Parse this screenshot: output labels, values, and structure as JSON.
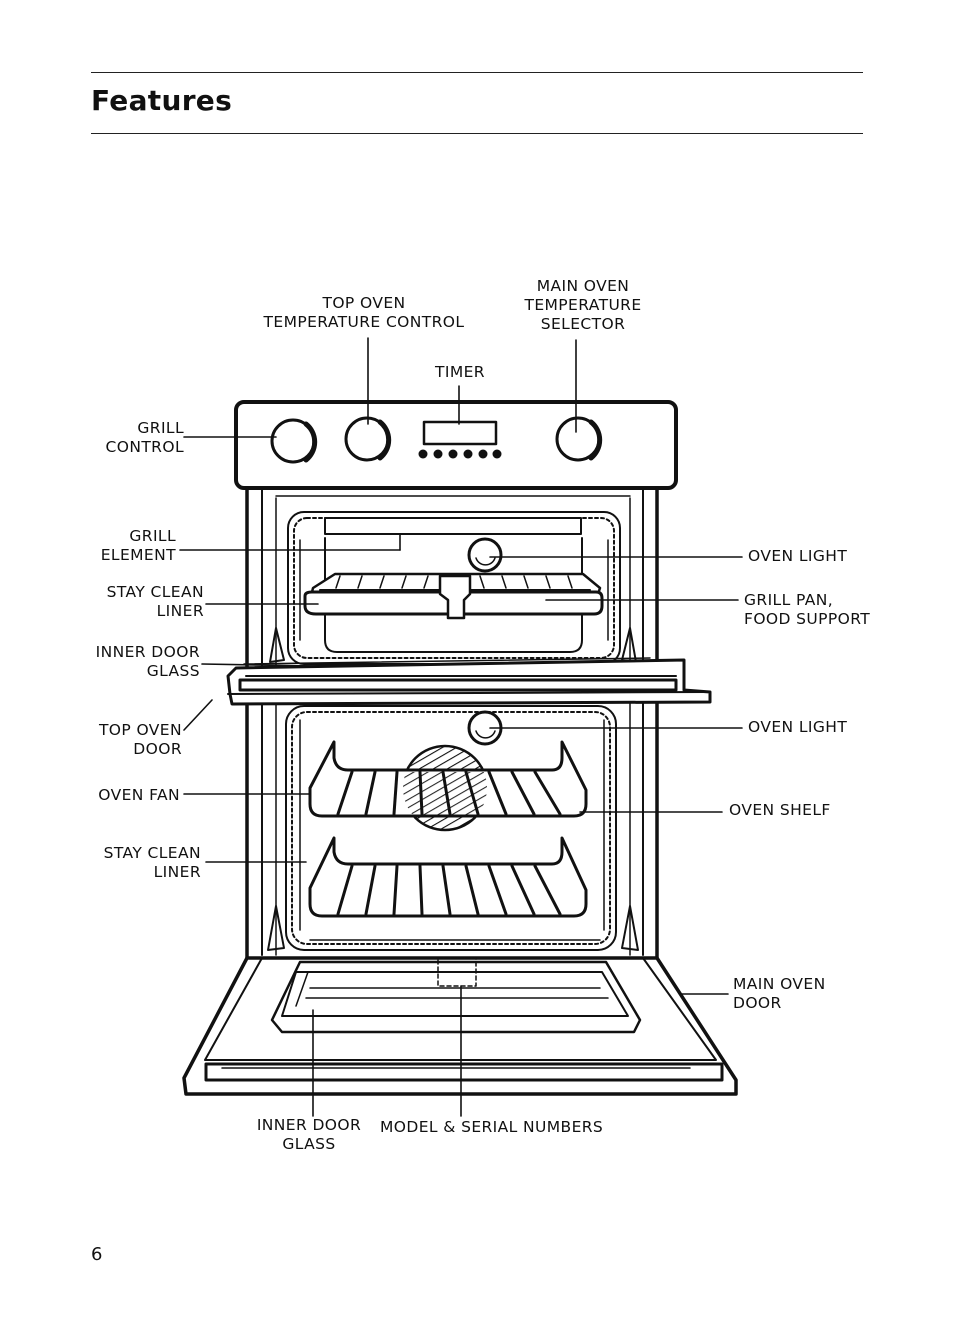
{
  "header": {
    "title": "Features"
  },
  "footer": {
    "page_number": "6"
  },
  "labels": {
    "top_oven_temp_control": [
      "TOP OVEN",
      "TEMPERATURE CONTROL"
    ],
    "main_oven_temp_selector": [
      "MAIN OVEN",
      "TEMPERATURE",
      "SELECTOR"
    ],
    "timer": [
      "TIMER"
    ],
    "grill_control": [
      "GRILL",
      "CONTROL"
    ],
    "grill_element": [
      "GRILL",
      "ELEMENT"
    ],
    "stay_clean_liner_top": [
      "STAY CLEAN",
      "LINER"
    ],
    "inner_door_glass_left": [
      "INNER DOOR",
      "GLASS"
    ],
    "top_oven_door": [
      "TOP OVEN",
      "DOOR"
    ],
    "oven_fan": [
      "OVEN FAN"
    ],
    "stay_clean_liner_bottom": [
      "STAY CLEAN",
      "LINER"
    ],
    "oven_light_top": [
      "OVEN LIGHT"
    ],
    "grill_pan_food_support": [
      "GRILL PAN,",
      "FOOD SUPPORT"
    ],
    "oven_light_bottom": [
      "OVEN LIGHT"
    ],
    "oven_shelf": [
      "OVEN SHELF"
    ],
    "main_oven_door": [
      "MAIN OVEN",
      "DOOR"
    ],
    "inner_door_glass_bottom": [
      "INNER DOOR",
      "GLASS"
    ],
    "model_serial_numbers": [
      "MODEL & SERIAL NUMBERS"
    ]
  }
}
